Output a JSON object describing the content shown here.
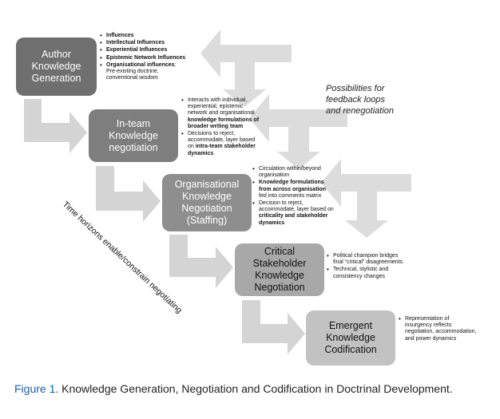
{
  "stages": [
    {
      "id": "s1",
      "label": "Author\nKnowledge\nGeneration"
    },
    {
      "id": "s2",
      "label": "In-team\nKnowledge\nnegotiation"
    },
    {
      "id": "s3",
      "label": "Organisational\nKnowledge\nNegotiation\n(Staffing)"
    },
    {
      "id": "s4",
      "label": "Critical Stakeholder\nKnowledge\nNegotiation"
    },
    {
      "id": "s5",
      "label": "Emergent\nKnowledge\nCodification"
    }
  ],
  "bullets": {
    "b1": [
      [
        {
          "t": "Influences",
          "b": true
        }
      ],
      [
        {
          "t": "Intellectual Influences",
          "b": true
        }
      ],
      [
        {
          "t": "Experiential Influences",
          "b": true
        }
      ],
      [
        {
          "t": "Epistemic Network Influences",
          "b": true
        }
      ],
      [
        {
          "t": "Organisational influences",
          "b": true
        },
        {
          "t": ": Pre-existing doctrine, conventional wisdom",
          "b": false
        }
      ]
    ],
    "b2": [
      [
        {
          "t": "Interacts with individual, experiential, epistemic network and organisational ",
          "b": false
        },
        {
          "t": "knowledge formulations of broader writing team",
          "b": true
        }
      ],
      [
        {
          "t": "Decisions to reject, accommodate, layer based on ",
          "b": false
        },
        {
          "t": "intra-team stakeholder dynamics",
          "b": true
        }
      ]
    ],
    "b3": [
      [
        {
          "t": "Circulation within/beyond organisation",
          "b": false
        }
      ],
      [
        {
          "t": "Knowledge formulations from across organisation",
          "b": true
        },
        {
          "t": " fed into comments matrix",
          "b": false
        }
      ],
      [
        {
          "t": "Decision to reject, accommodate, layer based on ",
          "b": false
        },
        {
          "t": "criticality and stakeholder dynamics",
          "b": true
        }
      ]
    ],
    "b4": [
      [
        {
          "t": "Political champion bridges final “critical” disagreements",
          "b": false
        }
      ],
      [
        {
          "t": "Technical, stylistic and consistency changes",
          "b": false
        }
      ]
    ],
    "b5": [
      [
        {
          "t": "Representation of insurgency reflects negotiation, accommodation, and power dynamics",
          "b": false
        }
      ]
    ]
  },
  "feedback_label": "Possibilities for\nfeedback loops\nand renegotiation",
  "diagonal_label": "Time horizons enable/constrain negotiating",
  "caption": {
    "label": "Figure 1.",
    "text": " Knowledge Generation, Negotiation and Codification in Doctrinal Development."
  },
  "colors": {
    "stage1": "#6f6f6f",
    "stage2": "#7e7e7e",
    "stage3": "#8e8e8e",
    "stage4": "#a8a8a8",
    "stage5": "#c2c2c2",
    "arrow_forward": "#d4d4d4",
    "arrow_feedback": "#dcdcdc",
    "caption_label": "#1a5fa8"
  }
}
